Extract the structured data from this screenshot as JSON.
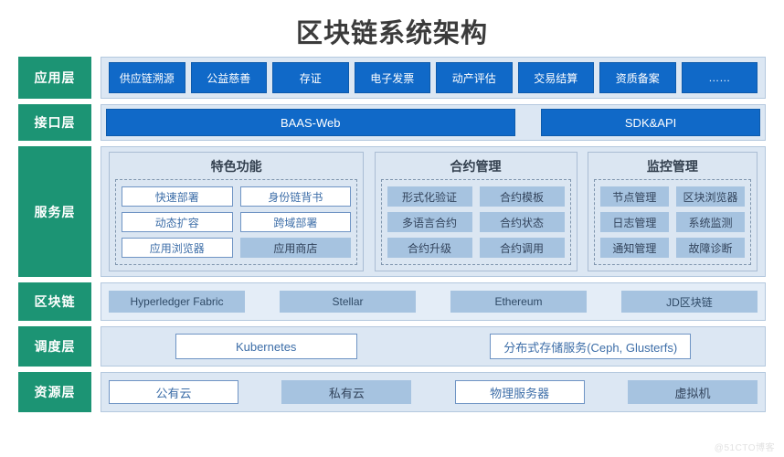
{
  "title": "区块链系统架构",
  "watermark": "@51CTO博客",
  "colors": {
    "label_green": "#1c9474",
    "chip_blue": "#1069c8",
    "panel_bg": "#dce7f3",
    "fill_light_blue": "#a6c3e0",
    "text_blue": "#3d6ea8",
    "title_gray": "#3b3b3b"
  },
  "layers": {
    "application": {
      "label": "应用层",
      "items": [
        {
          "label": "供应链溯源"
        },
        {
          "label": "公益慈善"
        },
        {
          "label": "存证"
        },
        {
          "label": "电子发票"
        },
        {
          "label": "动产评估"
        },
        {
          "label": "交易结算"
        },
        {
          "label": "资质备案"
        },
        {
          "label": "……"
        }
      ]
    },
    "interface": {
      "label": "接口层",
      "items": [
        {
          "label": "BAAS-Web"
        },
        {
          "label": "SDK&API"
        }
      ]
    },
    "service": {
      "label": "服务层",
      "panels": [
        {
          "title": "特色功能",
          "rows": [
            [
              {
                "label": "快速部署",
                "style": "white"
              },
              {
                "label": "身份链背书",
                "style": "white"
              }
            ],
            [
              {
                "label": "动态扩容",
                "style": "white"
              },
              {
                "label": "跨域部署",
                "style": "white"
              }
            ],
            [
              {
                "label": "应用浏览器",
                "style": "white"
              },
              {
                "label": "应用商店",
                "style": "filled"
              }
            ]
          ]
        },
        {
          "title": "合约管理",
          "rows": [
            [
              {
                "label": "形式化验证",
                "style": "filled"
              },
              {
                "label": "合约模板",
                "style": "filled"
              }
            ],
            [
              {
                "label": "多语言合约",
                "style": "filled"
              },
              {
                "label": "合约状态",
                "style": "filled"
              }
            ],
            [
              {
                "label": "合约升级",
                "style": "filled"
              },
              {
                "label": "合约调用",
                "style": "filled"
              }
            ]
          ]
        },
        {
          "title": "监控管理",
          "rows": [
            [
              {
                "label": "节点管理",
                "style": "filled"
              },
              {
                "label": "区块浏览器",
                "style": "filled"
              }
            ],
            [
              {
                "label": "日志管理",
                "style": "filled"
              },
              {
                "label": "系统监测",
                "style": "filled"
              }
            ],
            [
              {
                "label": "通知管理",
                "style": "filled"
              },
              {
                "label": "故障诊断",
                "style": "filled"
              }
            ]
          ]
        }
      ]
    },
    "blockchain": {
      "label": "区块链",
      "items": [
        {
          "label": "Hyperledger Fabric"
        },
        {
          "label": "Stellar"
        },
        {
          "label": "Ethereum"
        },
        {
          "label": "JD区块链"
        }
      ]
    },
    "scheduling": {
      "label": "调度层",
      "items": [
        {
          "label": "Kubernetes"
        },
        {
          "label": "分布式存储服务(Ceph, Glusterfs)"
        }
      ]
    },
    "resource": {
      "label": "资源层",
      "items": [
        {
          "label": "公有云",
          "style": "white"
        },
        {
          "label": "私有云",
          "style": "filled"
        },
        {
          "label": "物理服务器",
          "style": "white"
        },
        {
          "label": "虚拟机",
          "style": "filled"
        }
      ]
    }
  }
}
